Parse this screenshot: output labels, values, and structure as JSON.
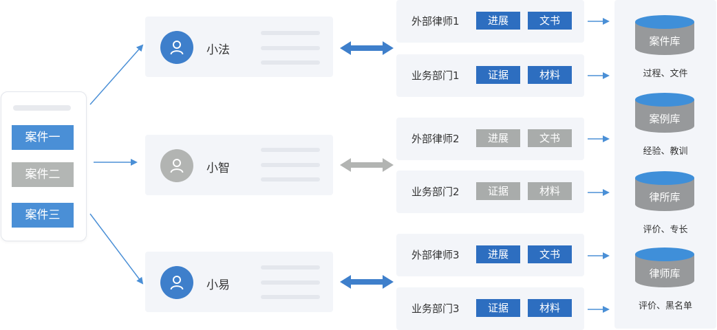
{
  "cases": [
    {
      "label": "案件一",
      "color": "#4a8fd6"
    },
    {
      "label": "案件二",
      "color": "#b3b6b4"
    },
    {
      "label": "案件三",
      "color": "#4a8fd6"
    }
  ],
  "persons": [
    {
      "name": "小法",
      "state": "active",
      "icon": "user-icon"
    },
    {
      "name": "小智",
      "state": "inactive",
      "icon": "user-icon"
    },
    {
      "name": "小易",
      "state": "active",
      "icon": "user-icon"
    }
  ],
  "departments": [
    {
      "name": "外部律师1",
      "tags": [
        "进展",
        "文书"
      ],
      "state": "active"
    },
    {
      "name": "业务部门1",
      "tags": [
        "证据",
        "材料"
      ],
      "state": "active"
    },
    {
      "name": "外部律师2",
      "tags": [
        "进展",
        "文书"
      ],
      "state": "inactive"
    },
    {
      "name": "业务部门2",
      "tags": [
        "证据",
        "材料"
      ],
      "state": "inactive"
    },
    {
      "name": "外部律师3",
      "tags": [
        "进展",
        "文书"
      ],
      "state": "active"
    },
    {
      "name": "业务部门3",
      "tags": [
        "证据",
        "材料"
      ],
      "state": "active"
    }
  ],
  "databases": [
    {
      "name": "案件库",
      "caption": "过程、文件"
    },
    {
      "name": "案例库",
      "caption": "经验、教训"
    },
    {
      "name": "律所库",
      "caption": "评价、专长"
    },
    {
      "name": "律师库",
      "caption": "评价、黑名单"
    }
  ],
  "colors": {
    "active": "#3e7fcb",
    "inactive": "#b2b4b2",
    "arrow": "#4a8fd6",
    "card_bg": "#f3f5f9",
    "db_top": "#3f8fd9",
    "db_body": "#97999b"
  }
}
